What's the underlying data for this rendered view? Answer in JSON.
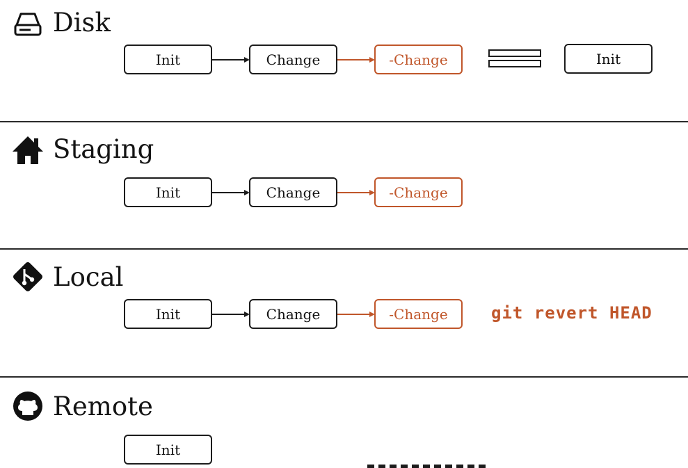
{
  "sections": {
    "disk": {
      "title": "Disk",
      "icon": "hard-drive-icon"
    },
    "staging": {
      "title": "Staging",
      "icon": "home-icon"
    },
    "local": {
      "title": "Local",
      "icon": "git-logo-icon"
    },
    "remote": {
      "title": "Remote",
      "icon": "github-logo-icon"
    }
  },
  "boxes": {
    "init": "Init",
    "change": "Change",
    "revert_change": "-Change"
  },
  "local_command": "git revert HEAD",
  "colors": {
    "accent": "#c0562a",
    "line": "#1c1c1c"
  }
}
